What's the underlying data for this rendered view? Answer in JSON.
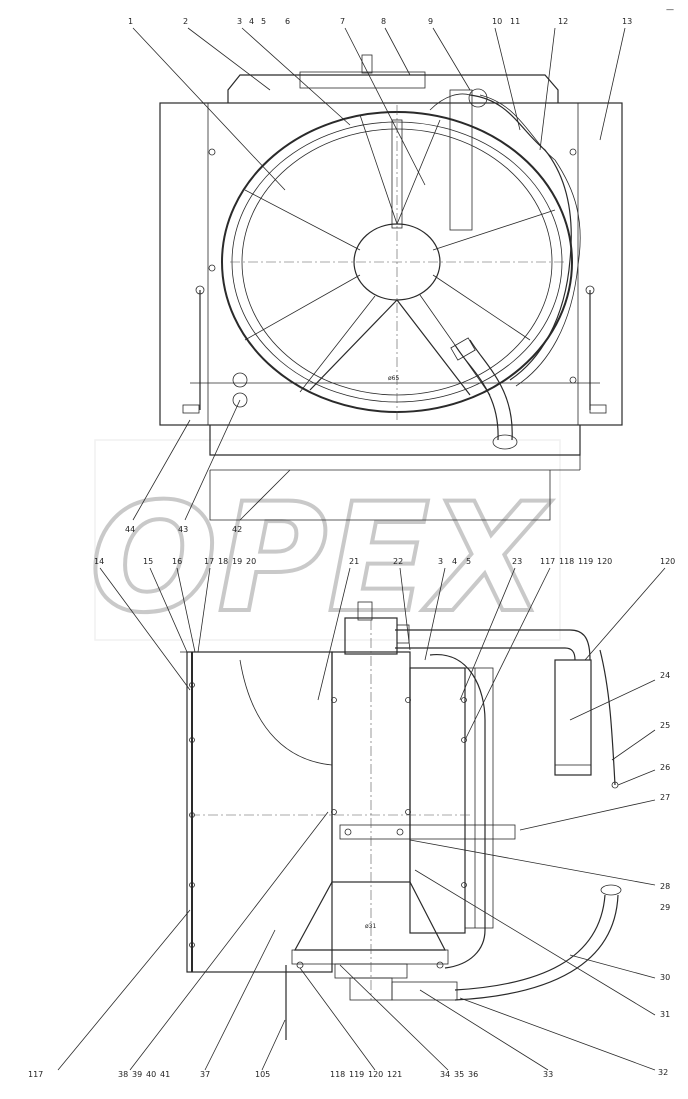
{
  "watermark": {
    "text": "OPEX"
  },
  "corner_mark": "—",
  "top_view_labels": [
    "1",
    "2",
    "3",
    "4",
    "5",
    "6",
    "7",
    "8",
    "9",
    "10",
    "11",
    "12",
    "13",
    "44",
    "43",
    "42"
  ],
  "bottom_view_labels": [
    "14",
    "15",
    "16",
    "17",
    "18",
    "19",
    "20",
    "21",
    "22",
    "3",
    "4",
    "5",
    "23",
    "117",
    "118",
    "119",
    "120",
    "120",
    "24",
    "25",
    "26",
    "27",
    "28",
    "29",
    "30",
    "31",
    "32",
    "33",
    "34",
    "35",
    "36",
    "37",
    "38",
    "39",
    "40",
    "41",
    "105",
    "118",
    "119",
    "120",
    "121",
    "117"
  ],
  "colors": {
    "line": "#2a2a2a",
    "watermark": "#c9c9c9",
    "background": "#ffffff"
  }
}
